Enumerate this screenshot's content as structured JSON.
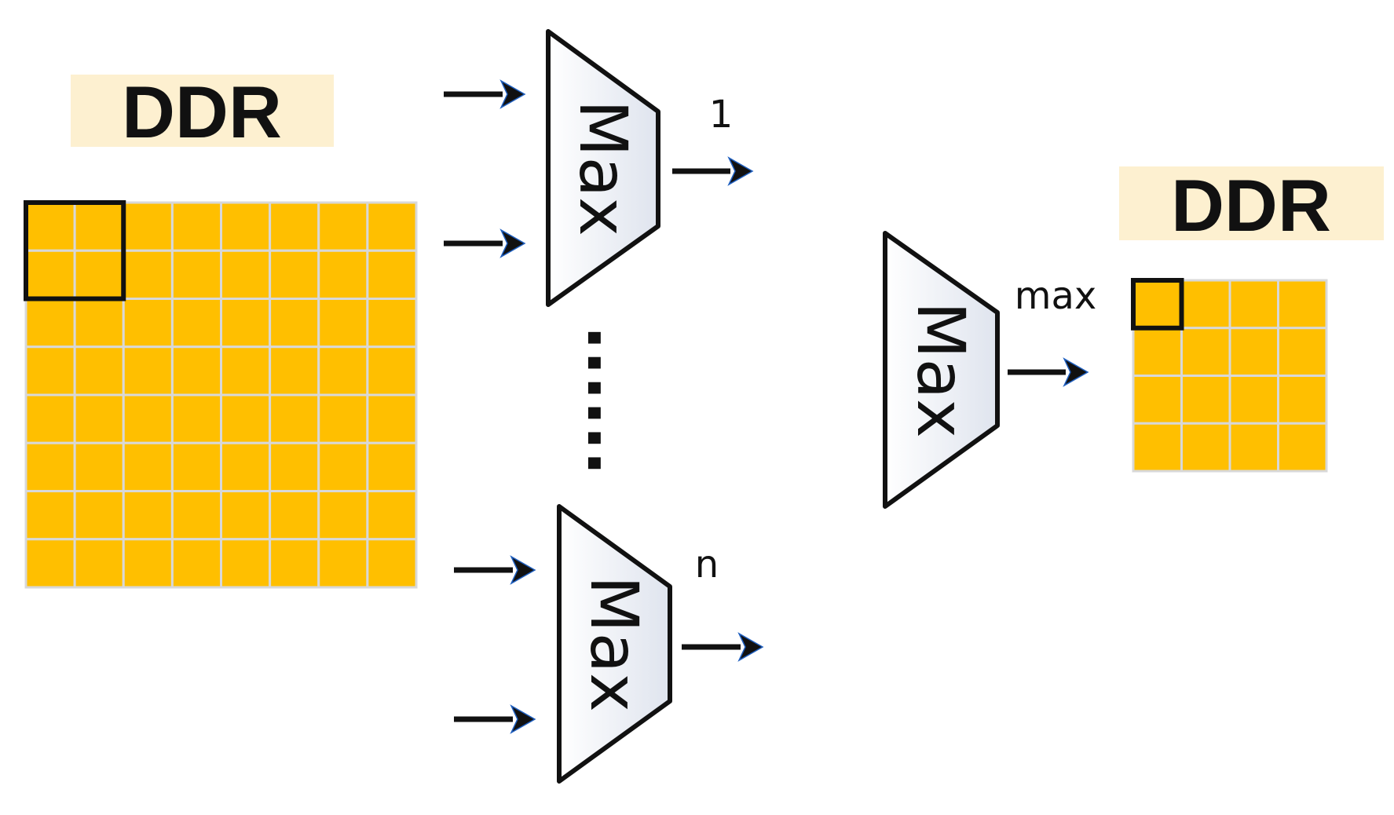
{
  "input_memory": {
    "label": "DDR",
    "rows": 8,
    "cols": 8,
    "window": {
      "rows": 2,
      "cols": 2
    }
  },
  "output_memory": {
    "label": "DDR",
    "rows": 4,
    "cols": 4,
    "window": {
      "rows": 1,
      "cols": 1
    }
  },
  "units": [
    {
      "label": "Max",
      "output_label": "1"
    },
    {
      "label": "Max",
      "output_label": "n"
    }
  ],
  "ellipsis": "......",
  "final_unit": {
    "label": "Max",
    "output_label": "max"
  },
  "colors": {
    "cell": "#ffbf00",
    "grid_line": "#d8d8d8",
    "label_bg": "#fdf0d0",
    "stroke": "#111111",
    "arrow_tip": "#1f5fbf",
    "unit_fill_light": "#ffffff",
    "unit_fill_dark": "#dfe4ee"
  }
}
